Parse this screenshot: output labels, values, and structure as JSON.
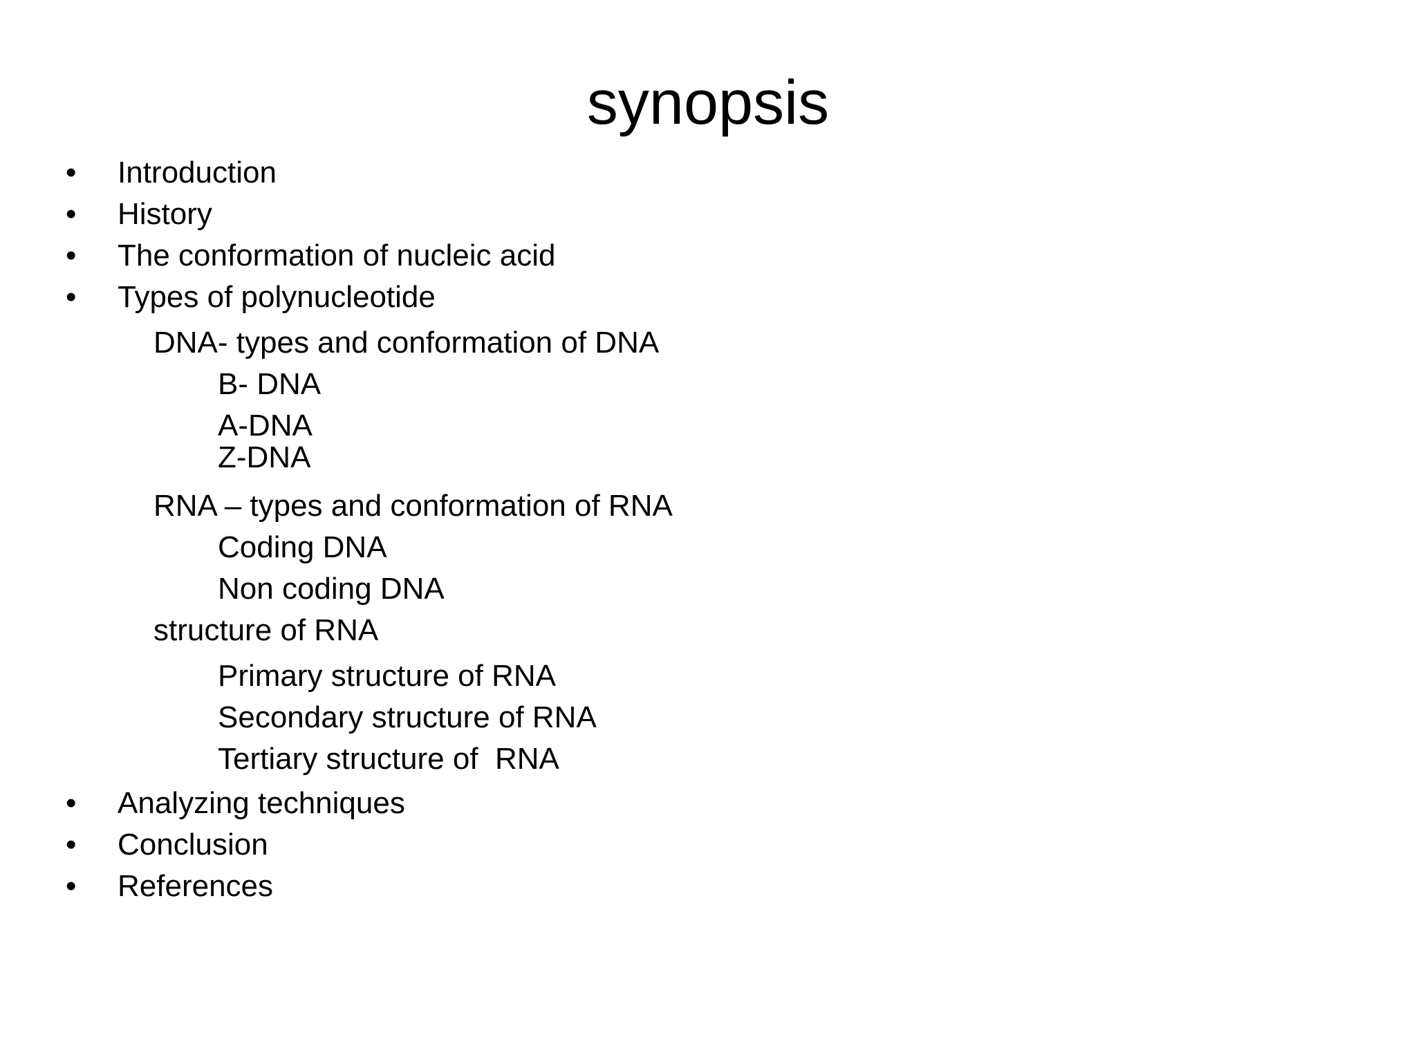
{
  "slide": {
    "title": "synopsis",
    "background_color": "#ffffff",
    "text_color": "#000000",
    "bullet_char": "•",
    "outline": [
      {
        "text": "Introduction",
        "level": 1
      },
      {
        "text": "History",
        "level": 1
      },
      {
        "text": "The conformation of nucleic acid",
        "level": 1
      },
      {
        "text": "Types of polynucleotide",
        "level": 1
      },
      {
        "text": "DNA- types and conformation of DNA",
        "level": 2
      },
      {
        "text": "B- DNA",
        "level": 3
      },
      {
        "text": "A-DNA",
        "level": 3
      },
      {
        "text": "Z-DNA",
        "level": 3
      },
      {
        "text": "RNA – types and conformation of RNA",
        "level": 2
      },
      {
        "text": "Coding DNA",
        "level": 3
      },
      {
        "text": "Non coding DNA",
        "level": 3
      },
      {
        "text": "structure of RNA",
        "level": 2
      },
      {
        "text": "Primary structure of RNA",
        "level": 3
      },
      {
        "text": "Secondary structure of RNA",
        "level": 3
      },
      {
        "text": "Tertiary structure of  RNA",
        "level": 3
      },
      {
        "text": "Analyzing techniques",
        "level": 1
      },
      {
        "text": "Conclusion",
        "level": 1
      },
      {
        "text": "References",
        "level": 1
      }
    ]
  }
}
